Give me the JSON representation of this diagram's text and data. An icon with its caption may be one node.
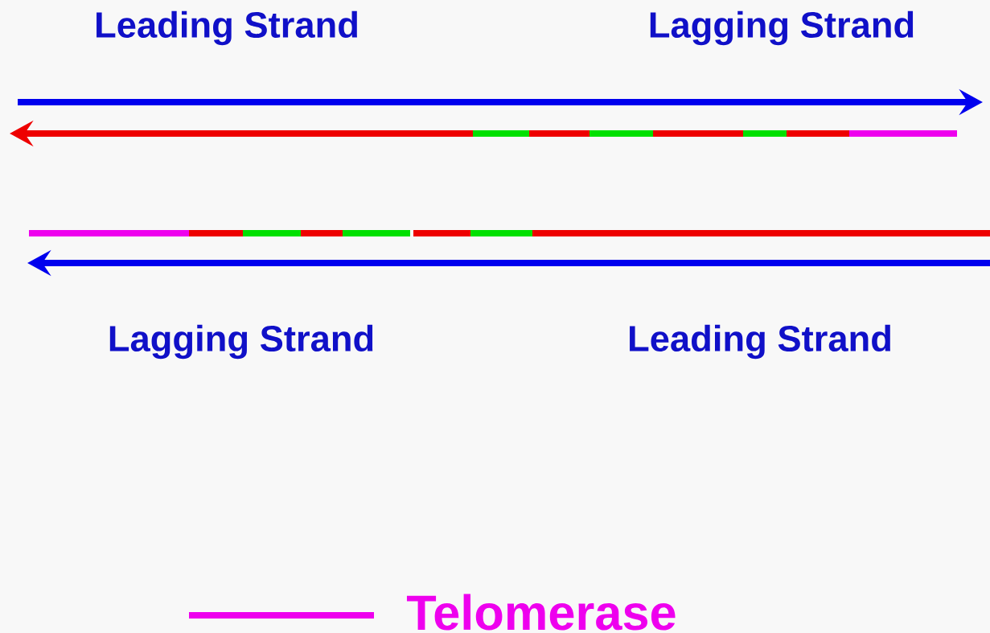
{
  "diagram": {
    "labels": [
      "Leading Strand",
      "Lagging Strand",
      "Lagging Strand",
      "Leading Strand"
    ],
    "legend": [
      {
        "text": "Telomerase"
      }
    ]
  }
}
